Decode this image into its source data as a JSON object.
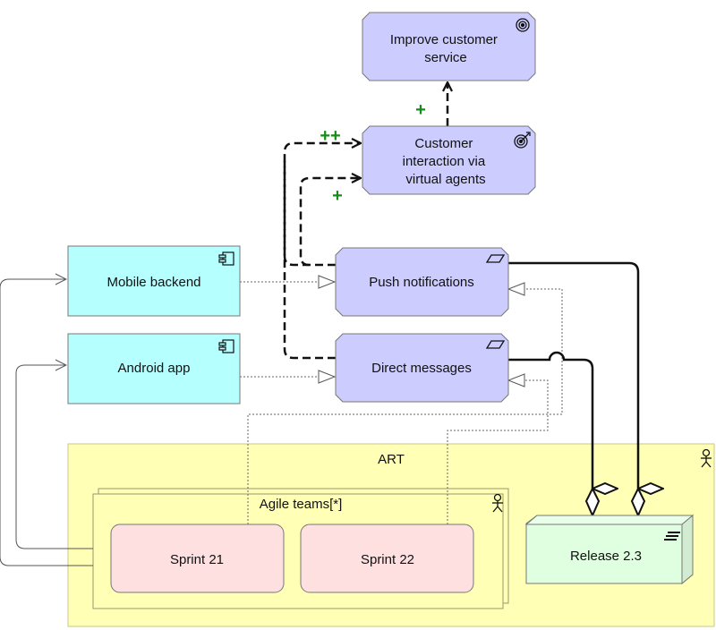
{
  "nodes": {
    "improve": {
      "label_lines": [
        "Improve customer",
        "service"
      ],
      "icon": "goal-icon"
    },
    "customer_interaction": {
      "label_lines": [
        "Customer",
        "interaction via",
        "virtual agents"
      ],
      "icon": "outcome-icon"
    },
    "push": {
      "label": "Push notifications",
      "icon": "business-event-icon"
    },
    "direct": {
      "label": "Direct messages",
      "icon": "business-event-icon"
    },
    "mobile_backend": {
      "label": "Mobile backend",
      "icon": "component-icon"
    },
    "android_app": {
      "label": "Android app",
      "icon": "component-icon"
    },
    "art": {
      "label": "ART",
      "icon": "actor-icon"
    },
    "agile_teams": {
      "label": "Agile teams[*]",
      "icon": "actor-icon"
    },
    "sprint21": {
      "label": "Sprint 21"
    },
    "sprint22": {
      "label": "Sprint 22"
    },
    "release": {
      "label": "Release 2.3",
      "icon": "deliverable-icon"
    }
  },
  "influences": {
    "to_improve": "+",
    "push_to_ci": "++",
    "direct_to_ci": "+"
  },
  "colors": {
    "motivation": "#ccccff",
    "application": "#b5ffff",
    "actor_group": "#ffffb5",
    "event": "#ffe0e0",
    "deliverable": "#e0ffe0",
    "influence_plus": "#178a17"
  }
}
